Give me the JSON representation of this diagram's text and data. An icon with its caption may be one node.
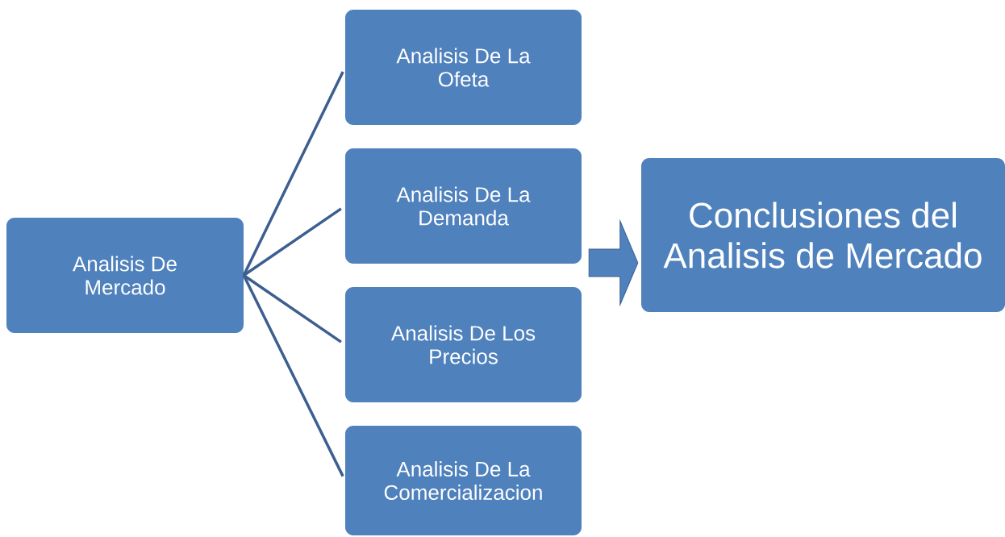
{
  "diagram": {
    "nodes": [
      {
        "text": [
          "Analisis De Mercado"
        ]
      },
      {
        "text": [
          "Analisis De La Ofeta"
        ]
      },
      {
        "text": [
          "Analisis De La Demanda"
        ]
      },
      {
        "text": [
          "Analisis De Los Precios"
        ]
      },
      {
        "text": [
          "Analisis De La Comercializacion"
        ]
      },
      {
        "text": [
          "Conclusiones del Analisis de Mercado"
        ]
      }
    ],
    "edges": [
      {
        "from": 0,
        "to": 1,
        "arrow": "none"
      },
      {
        "from": 0,
        "to": 2,
        "arrow": "none"
      },
      {
        "from": 0,
        "to": 3,
        "arrow": "none"
      },
      {
        "from": 0,
        "to": 4,
        "arrow": "none"
      },
      {
        "from": 2,
        "to": 5,
        "arrow": "to",
        "style": "thick"
      }
    ]
  }
}
